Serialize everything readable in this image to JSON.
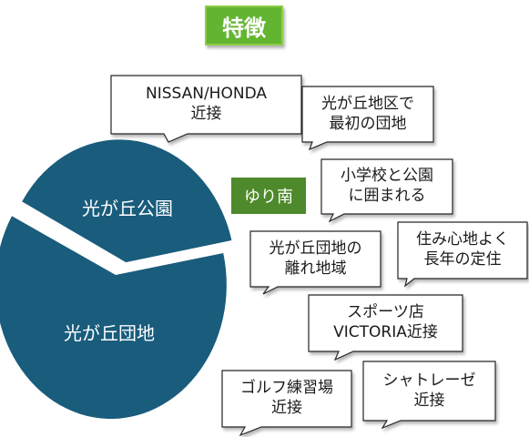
{
  "title": "特徴",
  "tag": "ゆり南",
  "pie": {
    "slices": [
      {
        "label": "光が丘公園"
      },
      {
        "label": "光が丘団地"
      }
    ],
    "color": "#195c7c"
  },
  "callouts": [
    {
      "id": "nissan-honda",
      "text": "NISSAN/HONDA\n近接"
    },
    {
      "id": "first-danchi",
      "text": "光が丘地区で\n最初の団地"
    },
    {
      "id": "schools-parks",
      "text": "小学校と公園\nに囲まれる"
    },
    {
      "id": "comfort",
      "text": "住み心地よく\n長年の定住"
    },
    {
      "id": "isolated",
      "text": "光が丘団地の\n離れ地域"
    },
    {
      "id": "victoria",
      "text": "スポーツ店\nVICTORIA近接"
    },
    {
      "id": "golf",
      "text": "ゴルフ練習場\n近接"
    },
    {
      "id": "chateraise",
      "text": "シャトレーゼ\n近接"
    }
  ],
  "colors": {
    "title_bg": "#63b531",
    "tag_bg": "#4e8a2b",
    "callout_border": "#262626"
  }
}
